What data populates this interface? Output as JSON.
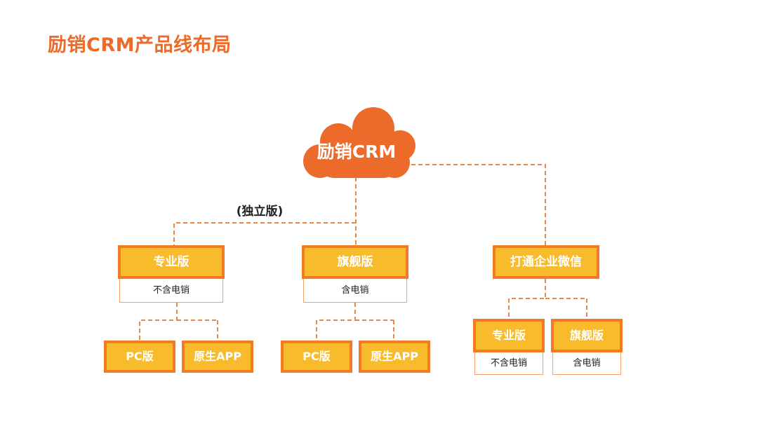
{
  "title": "励销CRM产品线布局",
  "root": {
    "label": "励销CRM"
  },
  "standalone_label": "(独立版)",
  "products": {
    "pro": {
      "label": "专业版",
      "note": "不含电销"
    },
    "flagship": {
      "label": "旗舰版",
      "note": "含电销"
    },
    "wecom": {
      "label": "打通企业微信"
    }
  },
  "children": {
    "pro_pc": "PC版",
    "pro_app": "原生APP",
    "flagship_pc": "PC版",
    "flagship_app": "原生APP",
    "wecom_pro": {
      "label": "专业版",
      "note": "不含电销"
    },
    "wecom_flagship": {
      "label": "旗舰版",
      "note": "含电销"
    }
  },
  "colors": {
    "title": "#ec6a2a",
    "cloud": "#ec6a2a",
    "box_fill": "#f7bb2c",
    "box_border": "#f27b24",
    "connector": "#e8874a"
  }
}
